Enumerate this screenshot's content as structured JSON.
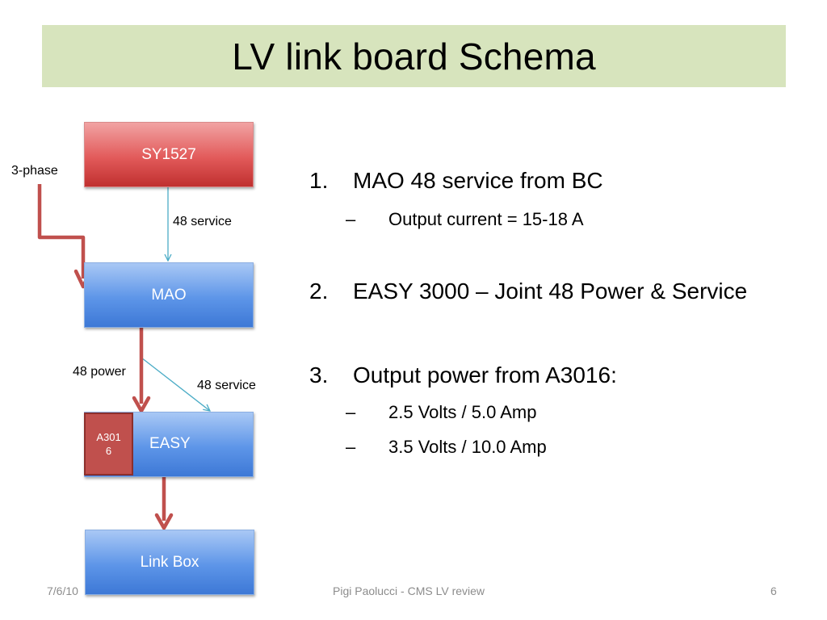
{
  "slide": {
    "title": "LV link board Schema"
  },
  "diagram": {
    "boxes": {
      "sy1527": "SY1527",
      "mao": "MAO",
      "easy": "EASY",
      "a3016": "A301\n6",
      "link_box": "Link Box"
    },
    "labels": {
      "three_phase": "3-phase",
      "service_top": "48 service",
      "power": "48 power",
      "service_bottom": "48 service"
    },
    "colors": {
      "red_box": "#e25a5a",
      "blue_box": "#5d95e8",
      "power_arrow": "#c0504d",
      "service_arrow": "#4bacc6"
    }
  },
  "bullets": [
    {
      "marker": "1.",
      "text": "MAO 48 service from BC",
      "subs": [
        {
          "marker": "–",
          "text": "Output current = 15-18 A"
        }
      ]
    },
    {
      "marker": "2.",
      "text": "EASY 3000 – Joint 48 Power & Service",
      "subs": []
    },
    {
      "marker": "3.",
      "text": "Output power from A3016:",
      "subs": [
        {
          "marker": "–",
          "text": "2.5 Volts / 5.0 Amp"
        },
        {
          "marker": "–",
          "text": "3.5 Volts / 10.0 Amp"
        }
      ]
    }
  ],
  "footer": {
    "date": "7/6/10",
    "center": "Pigi Paolucci - CMS LV review",
    "page": "6"
  }
}
